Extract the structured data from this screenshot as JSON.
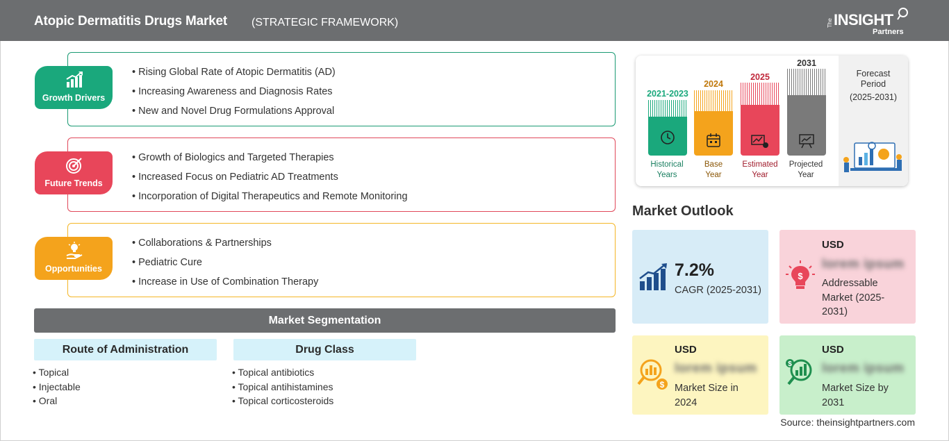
{
  "header": {
    "title": "Atopic Dermatitis Drugs Market",
    "subtitle": "(STRATEGIC FRAMEWORK)",
    "logo_the": "The",
    "logo_insight": "INSIGHT",
    "logo_partners": "Partners"
  },
  "framework": {
    "growth_drivers": {
      "label": "Growth Drivers",
      "items": [
        "Rising Global Rate of Atopic Dermatitis (AD)",
        "Increasing Awareness and Diagnosis Rates",
        "New and Novel Drug Formulations Approval"
      ]
    },
    "future_trends": {
      "label": "Future Trends",
      "items": [
        "Growth of Biologics and Targeted Therapies",
        "Increased Focus on Pediatric AD Treatments",
        "Incorporation of Digital Therapeutics and Remote Monitoring"
      ]
    },
    "opportunities": {
      "label": "Opportunities",
      "items": [
        "Collaborations & Partnerships",
        "Pediatric Cure",
        "Increase in Use of Combination Therapy"
      ]
    }
  },
  "segmentation": {
    "title": "Market Segmentation",
    "route": {
      "title": "Route of Administration",
      "items": [
        "Topical",
        "Injectable",
        "Oral"
      ]
    },
    "drug_class": {
      "title": "Drug Class",
      "items": [
        "Topical antibiotics",
        "Topical antihistamines",
        "Topical corticosteroids"
      ]
    }
  },
  "timeline": {
    "historical": {
      "year": "2021-2023",
      "caption_1": "Historical",
      "caption_2": "Years",
      "color": "#1aa87c"
    },
    "base": {
      "year": "2024",
      "caption_1": "Base",
      "caption_2": "Year",
      "color": "#f4a31c"
    },
    "estimated": {
      "year": "2025",
      "caption_1": "Estimated",
      "caption_2": "Year",
      "color": "#e8465a"
    },
    "projected": {
      "year": "2031",
      "caption_1": "Projected",
      "caption_2": "Year",
      "color": "#7a7a7a"
    },
    "forecast_title_1": "Forecast",
    "forecast_title_2": "Period",
    "forecast_period": "(2025-2031)"
  },
  "outlook": {
    "title": "Market Outlook",
    "cagr": {
      "value": "7.2%",
      "label": "CAGR (2025-2031)",
      "color": "#d7ecf7"
    },
    "addressable": {
      "usd": "USD",
      "value": "lorem ipsum",
      "label_1": "Addressable",
      "label_2": "Market (2025-",
      "label_3": "2031)",
      "color": "#f9d3da"
    },
    "size_2024": {
      "usd": "USD",
      "value": "lorem ipsum",
      "label_1": "Market Size in",
      "label_2": "2024",
      "color": "#fdf5c0"
    },
    "size_2031": {
      "usd": "USD",
      "value": "lorem ipsum",
      "label_1": "Market Size by",
      "label_2": "2031",
      "color": "#c8efcb"
    }
  },
  "source": "Source: theinsightpartners.com"
}
